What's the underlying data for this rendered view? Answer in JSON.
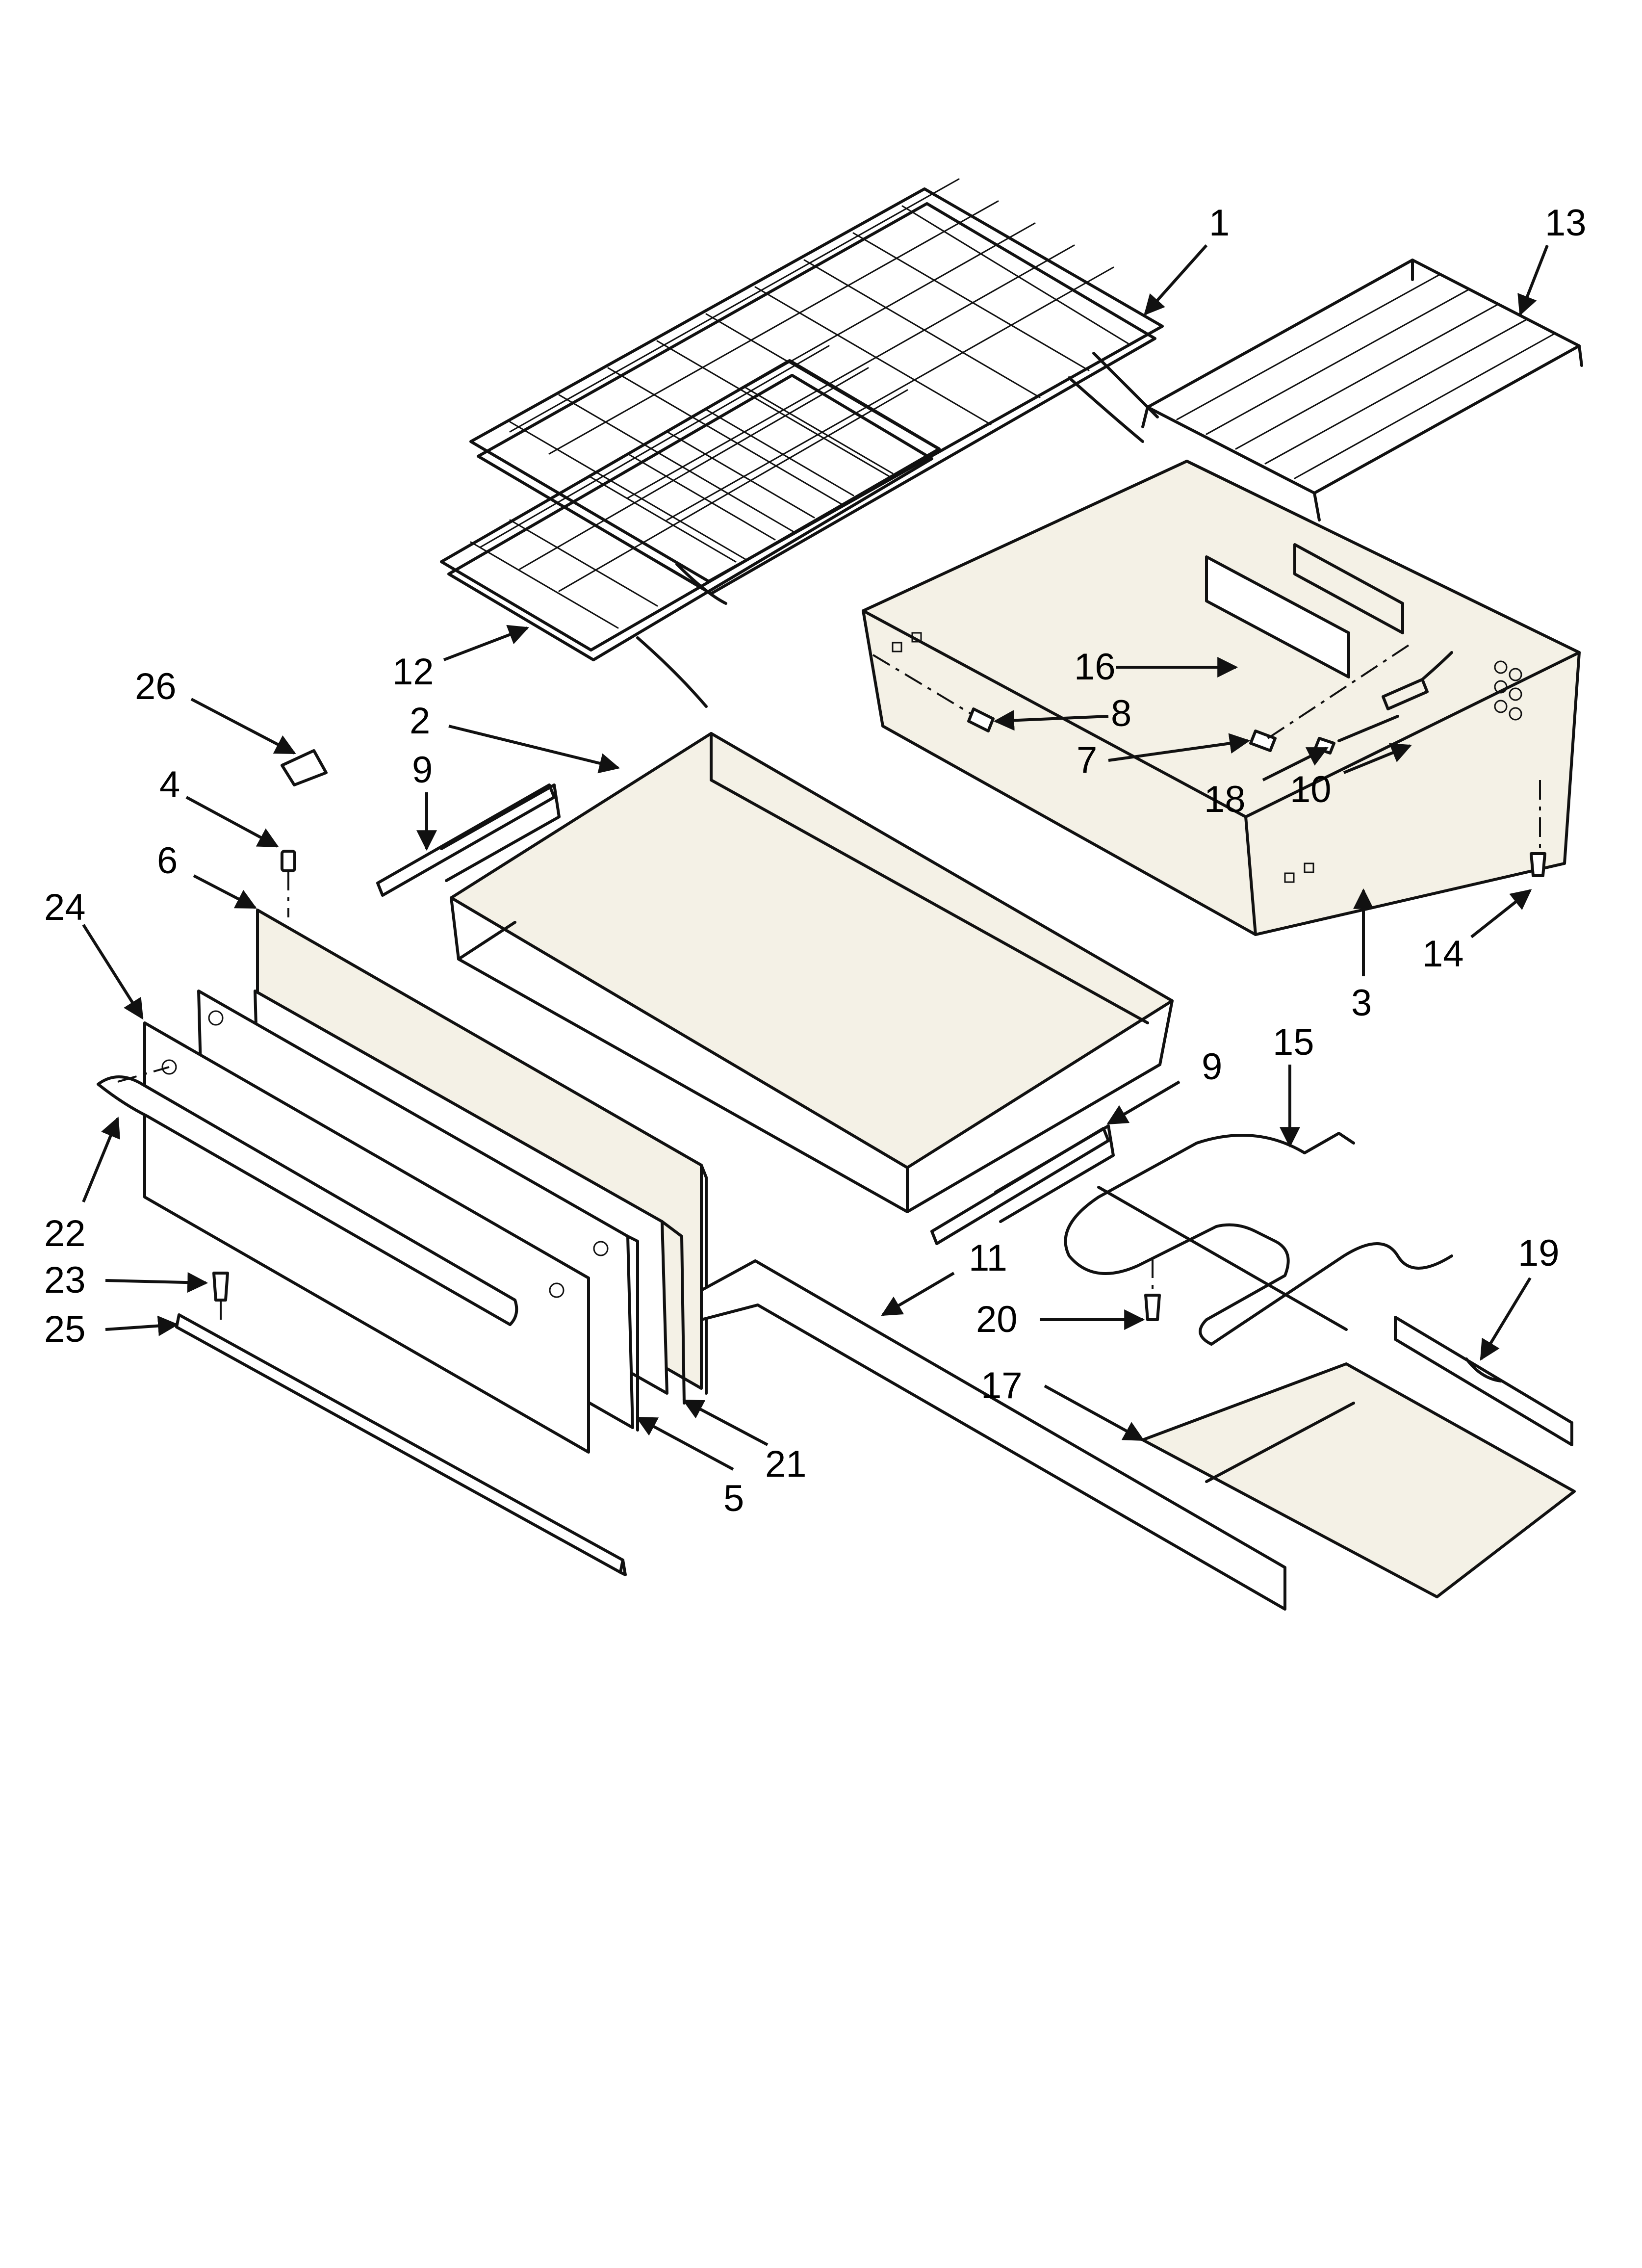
{
  "callouts": [
    {
      "id": "c1",
      "text": "1"
    },
    {
      "id": "c2",
      "text": "2"
    },
    {
      "id": "c3",
      "text": "3"
    },
    {
      "id": "c4",
      "text": "4"
    },
    {
      "id": "c5",
      "text": "5"
    },
    {
      "id": "c6",
      "text": "6"
    },
    {
      "id": "c7",
      "text": "7"
    },
    {
      "id": "c8",
      "text": "8"
    },
    {
      "id": "c9a",
      "text": "9"
    },
    {
      "id": "c9b",
      "text": "9"
    },
    {
      "id": "c10",
      "text": "10"
    },
    {
      "id": "c11",
      "text": "11"
    },
    {
      "id": "c12",
      "text": "12"
    },
    {
      "id": "c13",
      "text": "13"
    },
    {
      "id": "c14",
      "text": "14"
    },
    {
      "id": "c15",
      "text": "15"
    },
    {
      "id": "c16",
      "text": "16"
    },
    {
      "id": "c17",
      "text": "17"
    },
    {
      "id": "c18",
      "text": "18"
    },
    {
      "id": "c19",
      "text": "19"
    },
    {
      "id": "c20",
      "text": "20"
    },
    {
      "id": "c21",
      "text": "21"
    },
    {
      "id": "c22",
      "text": "22"
    },
    {
      "id": "c23",
      "text": "23"
    },
    {
      "id": "c24",
      "text": "24"
    },
    {
      "id": "c25",
      "text": "25"
    },
    {
      "id": "c26",
      "text": "26"
    }
  ]
}
